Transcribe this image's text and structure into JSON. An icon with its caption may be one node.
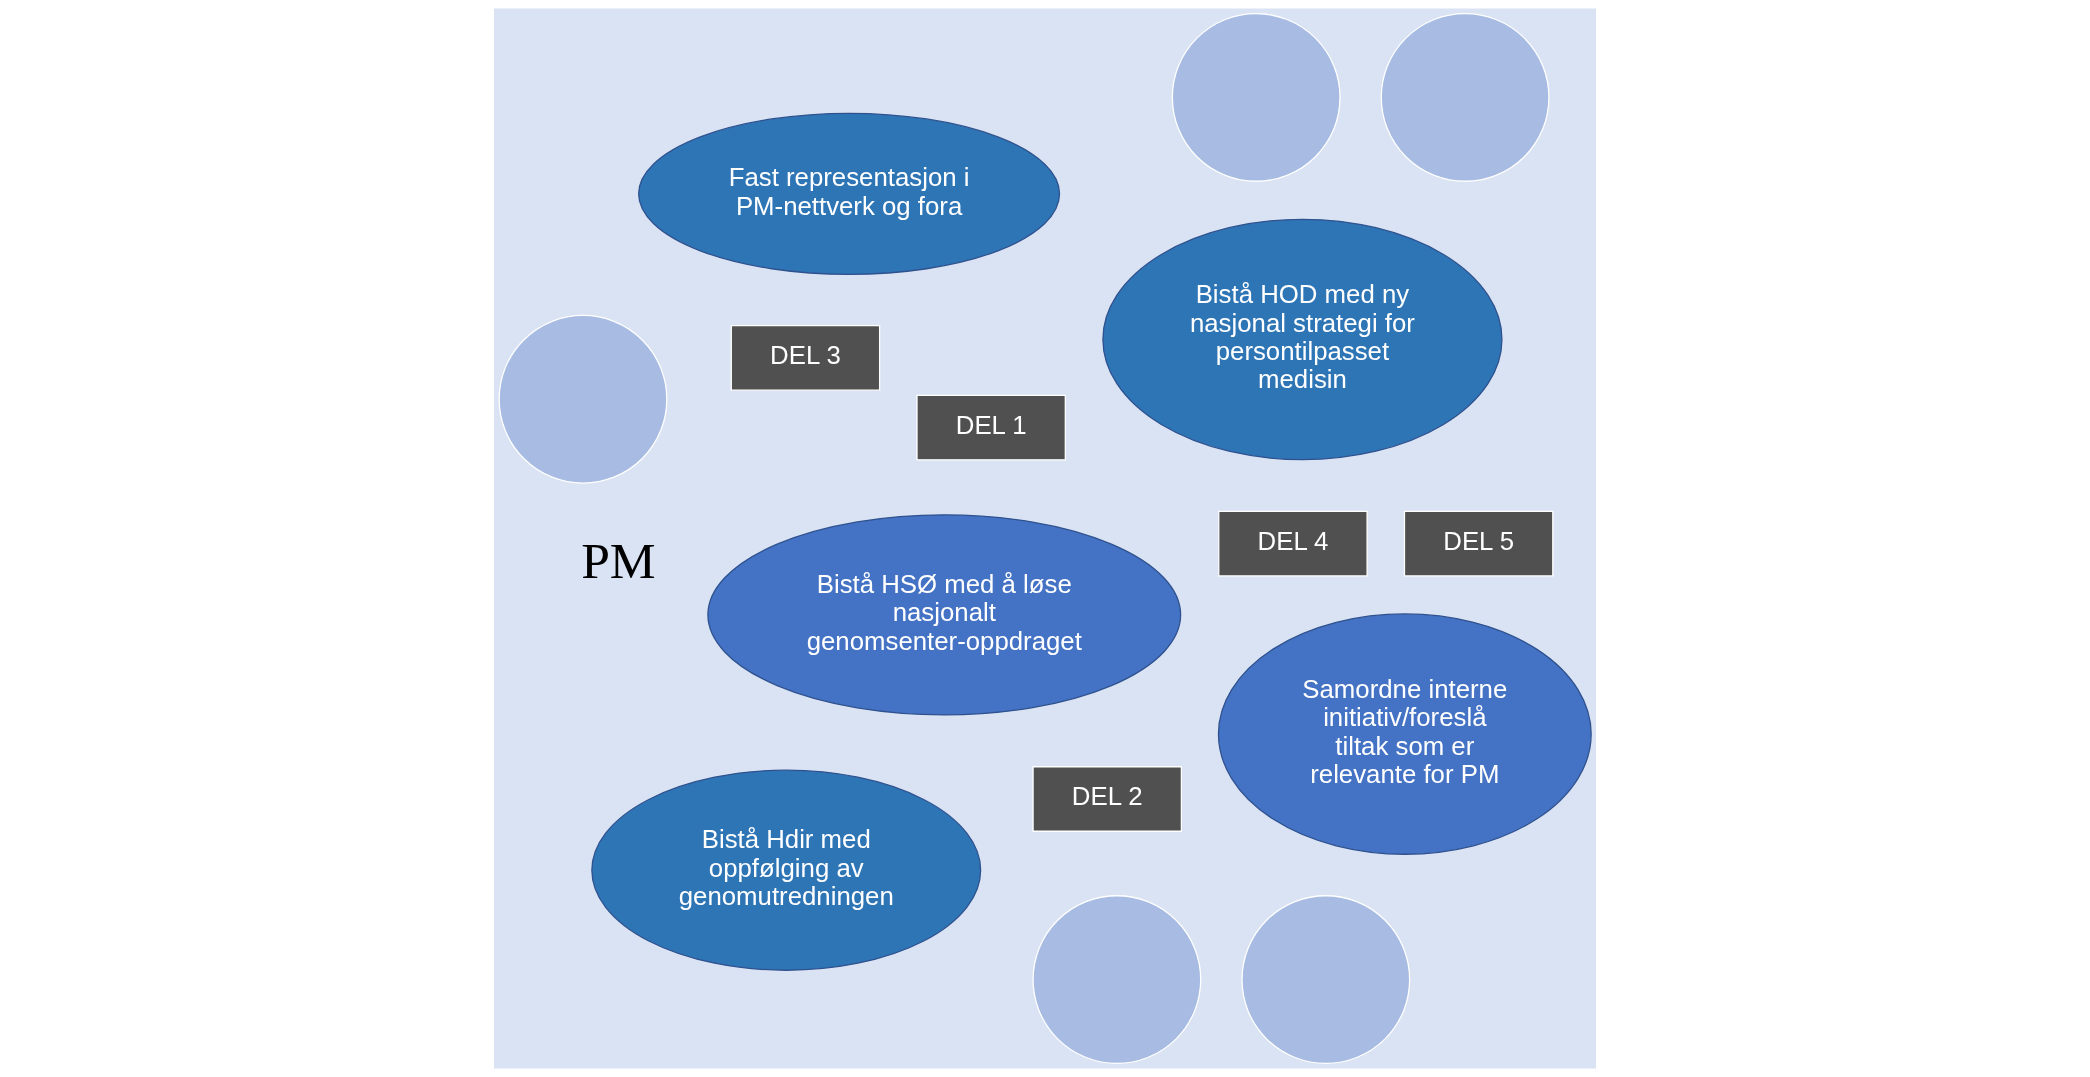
{
  "diagram": {
    "nodes": [
      {
        "text": [
          "Samordne interne initiativ/foreslå tiltak som er relevante for PM"
        ]
      },
      {
        "text": [
          "DEL 1"
        ]
      },
      {
        "text": [
          "Fast representasjon i PM-nettverk og fora"
        ]
      },
      {
        "text": [
          "DEL 2"
        ]
      },
      {
        "text": [
          "Bistå HOD med ny nasjonal strategi for persontilpasset medisin"
        ]
      },
      {
        "text": [
          "DEL 3"
        ]
      },
      {
        "text": [
          "Bistå HSØ med å løse nasjonalt genomsenter-oppdraget"
        ]
      },
      {
        "text": [
          "DEL 4"
        ]
      },
      {
        "text": [
          "Bistå Hdir med oppfølging av genomutredningen"
        ]
      },
      {
        "text": [
          "DEL 5"
        ]
      },
      {
        "text": [],
        "shape": "circle"
      },
      {
        "text": [],
        "shape": "circle"
      },
      {
        "text": [],
        "shape": "circle"
      },
      {
        "text": [],
        "shape": "circle"
      },
      {
        "text": [],
        "shape": "circle"
      }
    ],
    "edges": [],
    "labels": [
      "PM"
    ]
  }
}
